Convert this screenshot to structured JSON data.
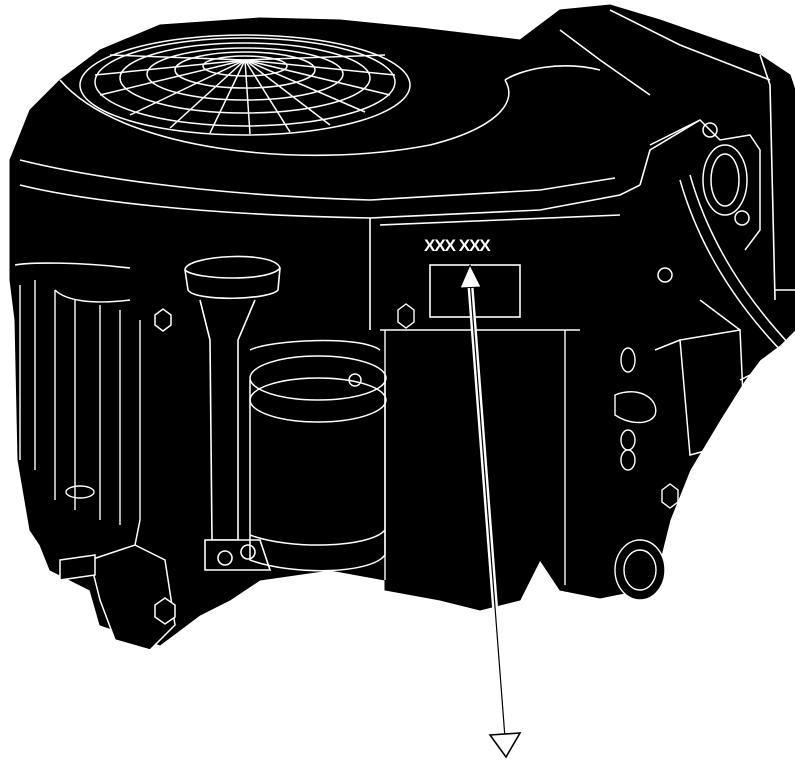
{
  "diagram": {
    "label_text": "XXX XXX",
    "colors": {
      "body": "#000000",
      "line": "#ffffff",
      "background": "#ffffff"
    },
    "icons": [
      "engine-illustration",
      "grille",
      "dipstick",
      "arrow-pointer"
    ]
  }
}
